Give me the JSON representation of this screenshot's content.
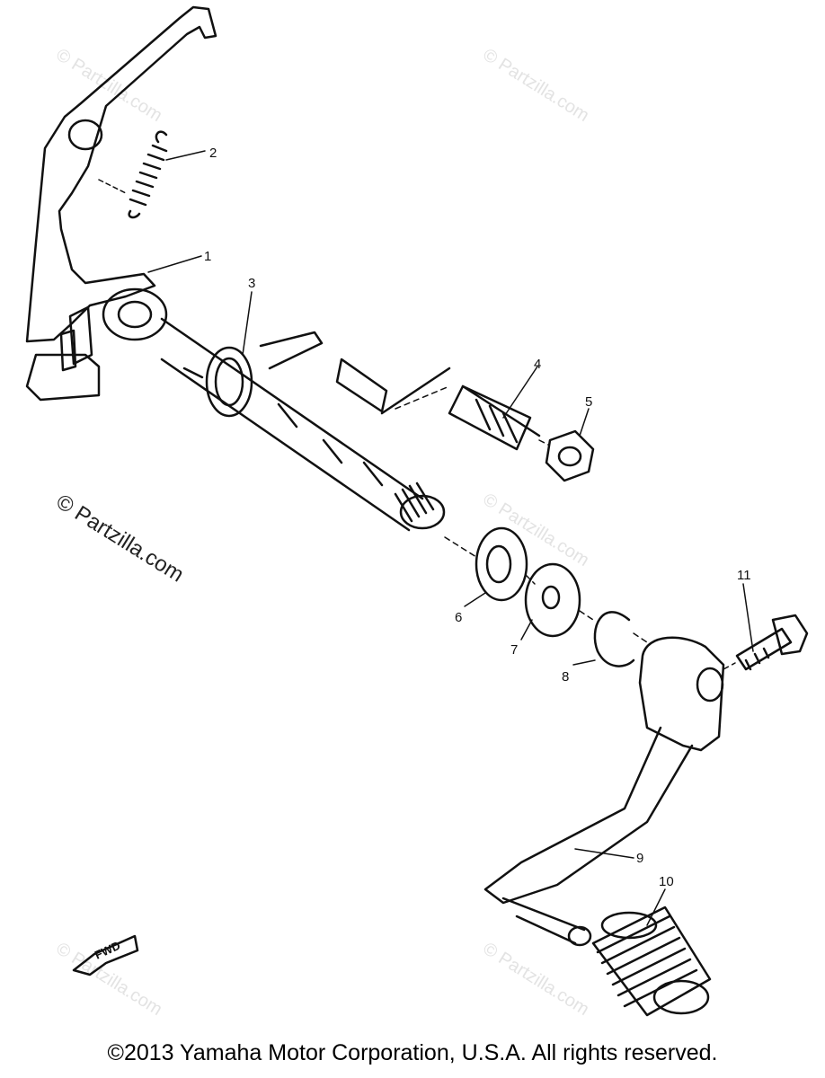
{
  "watermark": "© Partzilla.com",
  "callouts": {
    "p1": "1",
    "p2": "2",
    "p3": "3",
    "p4": "4",
    "p5": "5",
    "p6": "6",
    "p7": "7",
    "p8": "8",
    "p9": "9",
    "p10": "10",
    "p11": "11"
  },
  "direction_badge": "FWD",
  "copyright": "©2013  Yamaha Motor Corporation, U.S.A. All rights reserved."
}
